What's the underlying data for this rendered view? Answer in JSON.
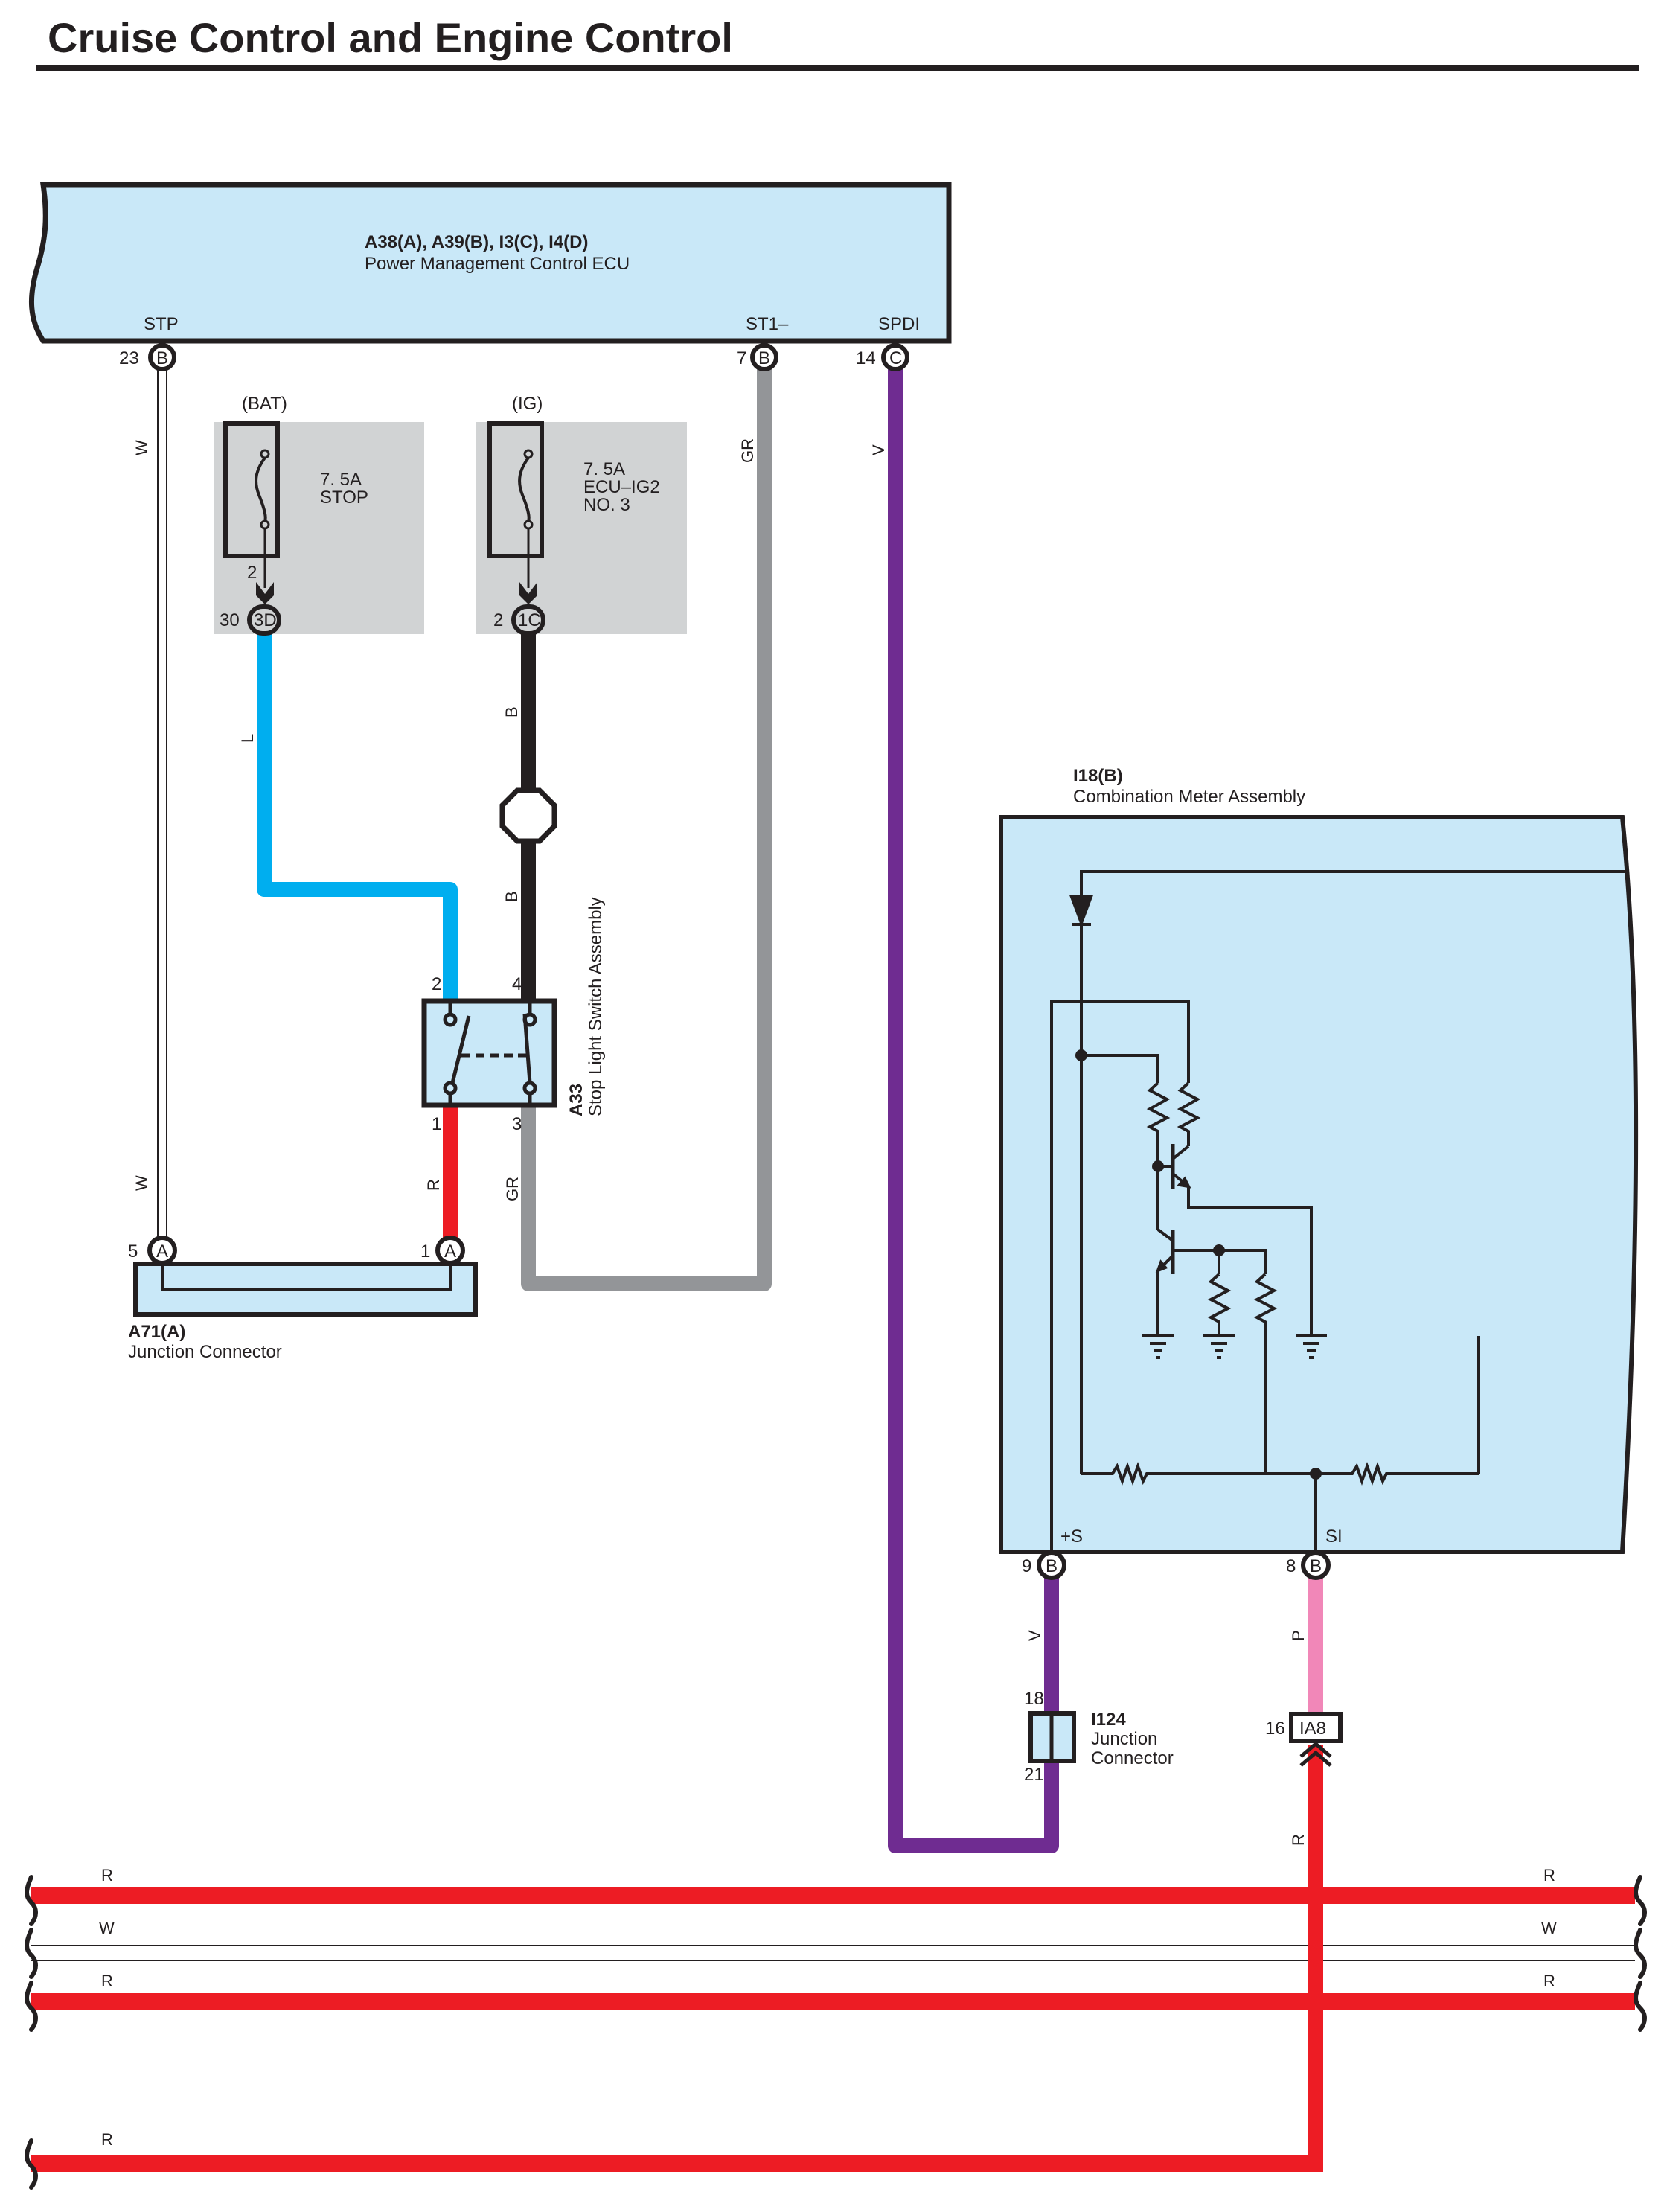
{
  "page": {
    "title": "Cruise Control and Engine Control"
  },
  "colors": {
    "component_fill": "#c9e8f8",
    "fuse_block_fill": "#d1d3d4",
    "wire_L": "#00aeef",
    "wire_B": "#231f20",
    "wire_R": "#ed1c24",
    "wire_GR": "#939598",
    "wire_V": "#6f2c91",
    "wire_P": "#f187b8",
    "wire_W": "#ffffff",
    "outline": "#231f20"
  },
  "ecu": {
    "code": "A38(A), A39(B), I3(C), I4(D)",
    "name": "Power Management Control ECU",
    "terminals": [
      {
        "label": "STP",
        "pin": "23",
        "connector": "B"
      },
      {
        "label": "ST1–",
        "pin": "7",
        "connector": "B"
      },
      {
        "label": "SPDI",
        "pin": "14",
        "connector": "C"
      }
    ]
  },
  "fuses": [
    {
      "source": "(BAT)",
      "rating": "7. 5A",
      "name": "STOP",
      "name2": "",
      "out_pin": "2",
      "jb_pin": "30",
      "jb": "3D"
    },
    {
      "source": "(IG)",
      "rating": "7. 5A",
      "name": "ECU–IG2",
      "name2": "NO. 3",
      "out_pin": "",
      "jb_pin": "2",
      "jb": "1C"
    }
  ],
  "stop_switch": {
    "code": "A33",
    "name": "Stop Light Switch Assembly",
    "pins": [
      "2",
      "4",
      "1",
      "3"
    ]
  },
  "junction_a71": {
    "code": "A71(A)",
    "name": "Junction Connector",
    "pins": [
      {
        "pin": "5",
        "connector": "A"
      },
      {
        "pin": "1",
        "connector": "A"
      }
    ]
  },
  "meter": {
    "code": "I18(B)",
    "name": "Combination Meter Assembly",
    "terminals": [
      {
        "label": "+S",
        "pin": "9",
        "connector": "B"
      },
      {
        "label": "SI",
        "pin": "8",
        "connector": "B"
      }
    ]
  },
  "junction_i124": {
    "code": "I124",
    "name_line1": "Junction",
    "name_line2": "Connector",
    "pin_top": "18",
    "pin_bottom": "21"
  },
  "inline_ia8": {
    "code": "IA8",
    "pin": "16"
  },
  "wire_labels": {
    "stp_w_top": "W",
    "stp_w_bottom": "W",
    "l_wire": "L",
    "b_wire_top": "B",
    "b_wire_bottom": "B",
    "r_wire": "R",
    "gr_wire_bottom": "GR",
    "gr_wire_top": "GR",
    "v_wire_top": "V",
    "v_wire_meter": "V",
    "p_wire": "P",
    "r_wire_ia8": "R"
  },
  "bus": [
    {
      "color_code": "R",
      "left": "R",
      "right": "R"
    },
    {
      "color_code": "W",
      "left": "W",
      "right": "W"
    },
    {
      "color_code": "R",
      "left": "R",
      "right": "R"
    },
    {
      "color_code": "R",
      "left": "R",
      "right": ""
    }
  ]
}
